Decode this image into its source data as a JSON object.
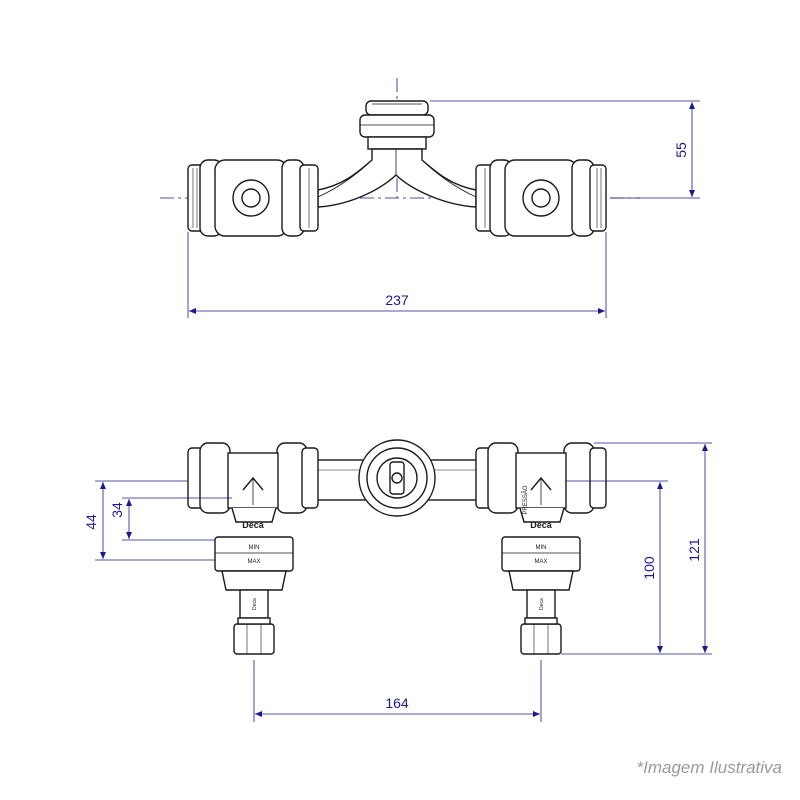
{
  "colors": {
    "dimension": "#1a1a8c",
    "outline": "#1a1a1a",
    "background": "#ffffff",
    "caption": "#9a9a9a"
  },
  "top_view": {
    "dimensions": {
      "overall_width": "237",
      "center_height": "55"
    }
  },
  "front_view": {
    "dimensions": {
      "outlet_spacing": "164",
      "height_44": "44",
      "height_34": "34",
      "height_100": "100",
      "height_121": "121"
    },
    "labels": {
      "brand": "Deca",
      "min": "MIN",
      "max": "MAX",
      "pressure": "PRESSÃO"
    }
  },
  "caption": "*Imagem Ilustrativa"
}
